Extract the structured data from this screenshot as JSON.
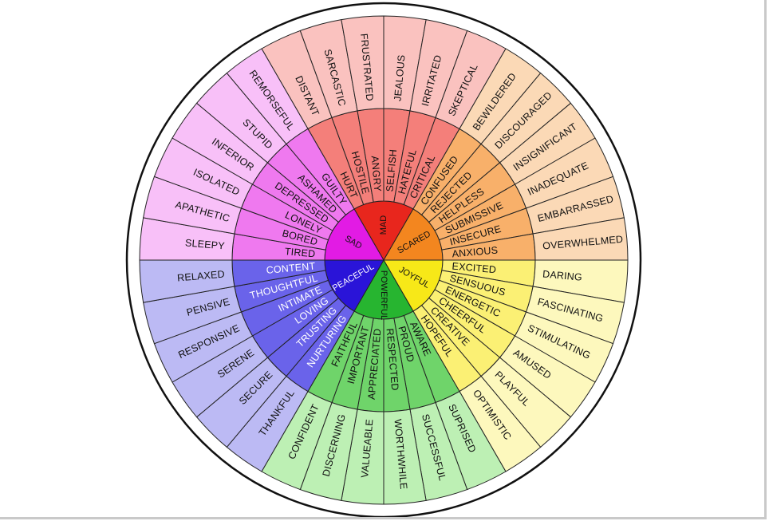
{
  "core": [
    {
      "label": "MAD",
      "fill": "#e8261d",
      "mid": "#f47f7a",
      "outer": "#fac2bf",
      "light": false,
      "middle": [
        "HURT",
        "HOSTILE",
        "ANGRY",
        "SELFISH",
        "HATEFUL",
        "CRITICAL"
      ],
      "words": [
        "DISTANT",
        "SARCASTIC",
        "FRUSTRATED",
        "JEALOUS",
        "IRRITATED",
        "SKEPTICAL"
      ]
    },
    {
      "label": "SCARED",
      "fill": "#f3861f",
      "mid": "#f8b06a",
      "outer": "#fbd9b6",
      "light": false,
      "middle": [
        "CONFUSED",
        "REJECTED",
        "HELPLESS",
        "SUBMISSIVE",
        "INSECURE",
        "ANXIOUS"
      ],
      "words": [
        "BEWILDERED",
        "DISCOURAGED",
        "INSIGNIFICANT",
        "INADEQUATE",
        "EMBARRASSED",
        "OVERWHELMED"
      ]
    },
    {
      "label": "JOYFUL",
      "fill": "#f7e818",
      "mid": "#fbf074",
      "outer": "#fdf8bd",
      "light": false,
      "middle": [
        "EXCITED",
        "SENSUOUS",
        "ENERGETIC",
        "CHEERFUL",
        "CREATIVE",
        "HOPEFUL"
      ],
      "words": [
        "DARING",
        "FASCINATING",
        "STIMULATING",
        "AMUSED",
        "PLAYFUL",
        "OPTIMISTIC"
      ]
    },
    {
      "label": "POWERFUL",
      "fill": "#27b530",
      "mid": "#6fd46a",
      "outer": "#bdf0b4",
      "light": false,
      "middle": [
        "AWARE",
        "PROUD",
        "RESPECTED",
        "APPRECIATED",
        "IMPORTANT",
        "FAITHFUL"
      ],
      "words": [
        "SUPRISED",
        "SUCCESSFUL",
        "WORTHWHILE",
        "VALUEABLE",
        "DISCERNING",
        "CONFIDENT"
      ]
    },
    {
      "label": "PEACEFUL",
      "fill": "#2a14d8",
      "mid": "#6a63ea",
      "outer": "#bcbaf4",
      "light": true,
      "middle": [
        "NURTURING",
        "TRUSTING",
        "LOVING",
        "INTIMATE",
        "THOUGHTFUL",
        "CONTENT"
      ],
      "words": [
        "THANKFUL",
        "SECURE",
        "SERENE",
        "RESPONSIVE",
        "PENSIVE",
        "RELAXED"
      ]
    },
    {
      "label": "SAD",
      "fill": "#e21be4",
      "mid": "#ef79ef",
      "outer": "#f8c0f8",
      "light": false,
      "middle": [
        "TIRED",
        "BORED",
        "LONELY",
        "DEPRESSED",
        "ASHAMED",
        "GUILTY"
      ],
      "words": [
        "SLEEPY",
        "APATHETIC",
        "ISOLATED",
        "INFERIOR",
        "STUPID",
        "REMORSEFUL"
      ]
    }
  ]
}
